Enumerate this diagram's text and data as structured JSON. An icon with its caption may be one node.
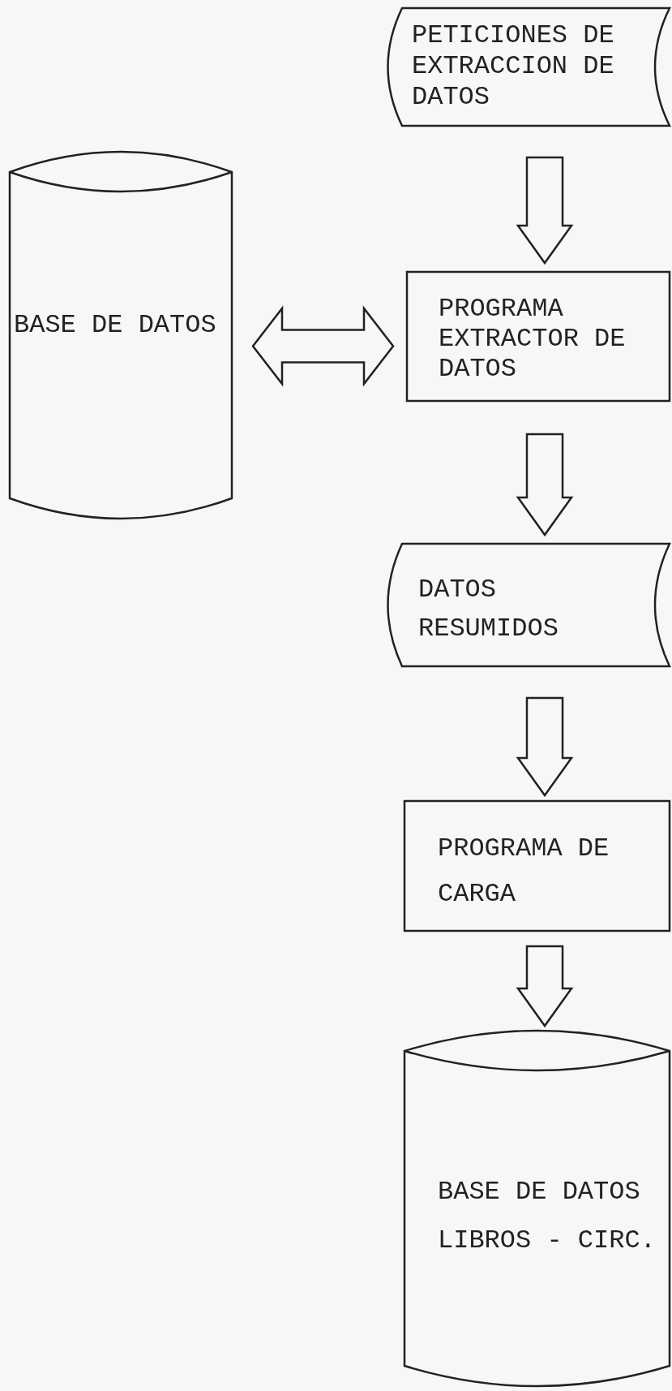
{
  "diagram": {
    "nodes": [
      {
        "text": [
          "PETICIONES DE EXTRACCION DE DATOS"
        ]
      },
      {
        "text": [
          "BASE DE DATOS"
        ]
      },
      {
        "text": [
          "PROGRAMA EXTRACTOR DE DATOS"
        ]
      },
      {
        "text": [
          "DATOS RESUMIDOS"
        ]
      },
      {
        "text": [
          "PROGRAMA DE CARGA"
        ]
      },
      {
        "text": [
          "BASE DE DATOS LIBROS - CIRC."
        ]
      }
    ],
    "edges": [
      {
        "from": 0,
        "to": 2,
        "arrow": "to"
      },
      {
        "from": 1,
        "to": 2,
        "arrow": "both"
      },
      {
        "from": 2,
        "to": 3,
        "arrow": "to"
      },
      {
        "from": 3,
        "to": 4,
        "arrow": "to"
      },
      {
        "from": 4,
        "to": 5,
        "arrow": "to"
      }
    ]
  }
}
